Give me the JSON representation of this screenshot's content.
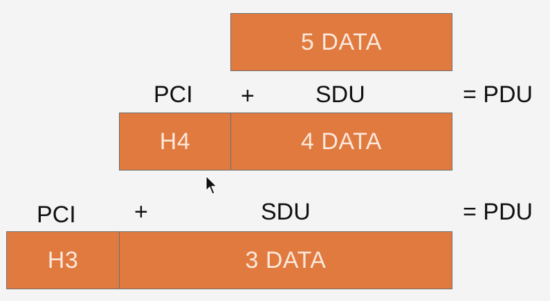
{
  "level5": {
    "data_label": "5 DATA"
  },
  "level4": {
    "pci_label": "PCI",
    "plus": "+",
    "sdu_label": "SDU",
    "pdu_label": "= PDU",
    "header_label": "H4",
    "data_label": "4 DATA"
  },
  "level3": {
    "pci_label": "PCI",
    "plus": "+",
    "sdu_label": "SDU",
    "pdu_label": "= PDU",
    "header_label": "H3",
    "data_label": "3 DATA"
  },
  "colors": {
    "box_fill": "#e07a3f",
    "box_text": "#fbe8dc",
    "box_border": "#6e6e6e",
    "label_text": "#111111",
    "background": "#f4f4f4"
  },
  "icons": {
    "cursor": "mouse-pointer-icon"
  }
}
